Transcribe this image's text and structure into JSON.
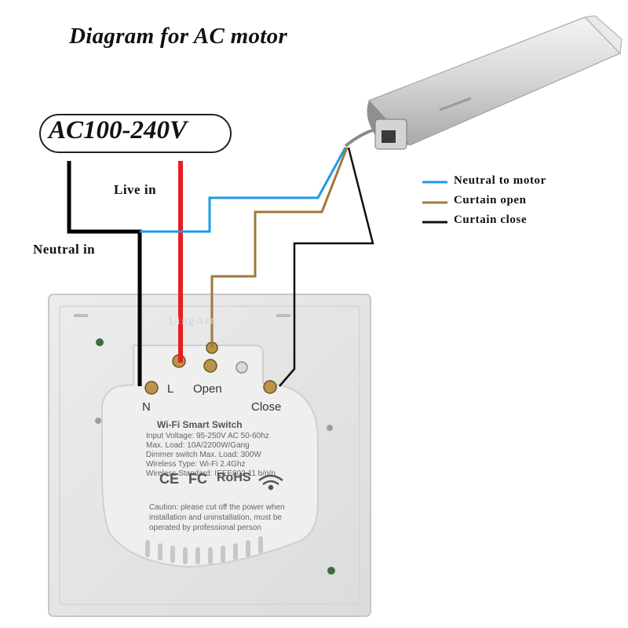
{
  "title": "Diagram for AC motor",
  "supply": {
    "voltage": "AC100-240V"
  },
  "wire_labels": {
    "live_in": "Live in",
    "neutral_in": "Neutral in"
  },
  "legend": [
    {
      "label": "Neutral to motor",
      "color": "#1e9be3"
    },
    {
      "label": "Curtain open",
      "color": "#a07838"
    },
    {
      "label": "Curtain close",
      "color": "#111111"
    }
  ],
  "wire_colors": {
    "live": "#e81e1e",
    "neutral_in": "#000000",
    "neutral_motor": "#1e9be3",
    "open": "#a07838",
    "close": "#111111"
  },
  "switch": {
    "brand": "LingArt",
    "terminals": {
      "n": "N",
      "l": "L",
      "open": "Open",
      "close": "Close"
    },
    "heading": "Wi-Fi Smart Switch",
    "specs": [
      "Input Voltage: 95-250V AC 50-60hz",
      "Max. Load: 10A/2200W/Gang",
      "Dimmer switch Max. Load: 300W",
      "Wireless Type: Wi-Fi 2.4Ghz",
      "Wireless Standard: IEEE802.11 b/g/n"
    ],
    "certifications": [
      "CE",
      "FC",
      "RoHS"
    ],
    "caution": [
      "Caution: please cut off the power when",
      "installation and uninstallation, must be",
      "operated by professional person"
    ]
  }
}
